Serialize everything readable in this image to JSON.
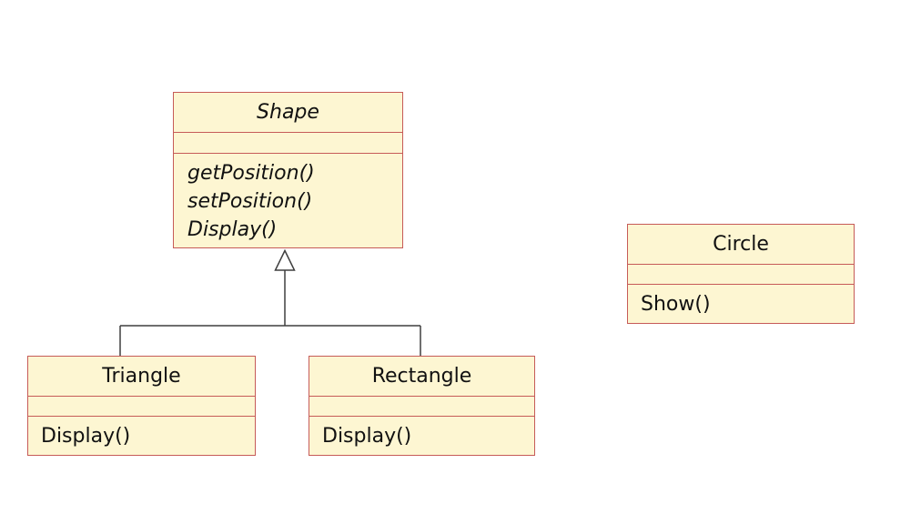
{
  "diagram": {
    "kind": "UML class diagram",
    "colors": {
      "background": "#ffffff",
      "box_fill": "#fdf6d2",
      "box_border": "#c65b58",
      "connector": "#3f3f3f",
      "arrowhead_fill": "#ffffff",
      "text": "#111111"
    },
    "classes": {
      "shape": {
        "name": "Shape",
        "abstract": true,
        "attributes": [],
        "methods": [
          "getPosition()",
          "setPosition()",
          "Display()"
        ]
      },
      "triangle": {
        "name": "Triangle",
        "abstract": false,
        "attributes": [],
        "methods": [
          "Display()"
        ]
      },
      "rectangle": {
        "name": "Rectangle",
        "abstract": false,
        "attributes": [],
        "methods": [
          "Display()"
        ]
      },
      "circle": {
        "name": "Circle",
        "abstract": false,
        "attributes": [],
        "methods": [
          "Show()"
        ]
      }
    },
    "relationships": [
      {
        "type": "generalization",
        "from": "Triangle",
        "to": "Shape"
      },
      {
        "type": "generalization",
        "from": "Rectangle",
        "to": "Shape"
      }
    ]
  }
}
